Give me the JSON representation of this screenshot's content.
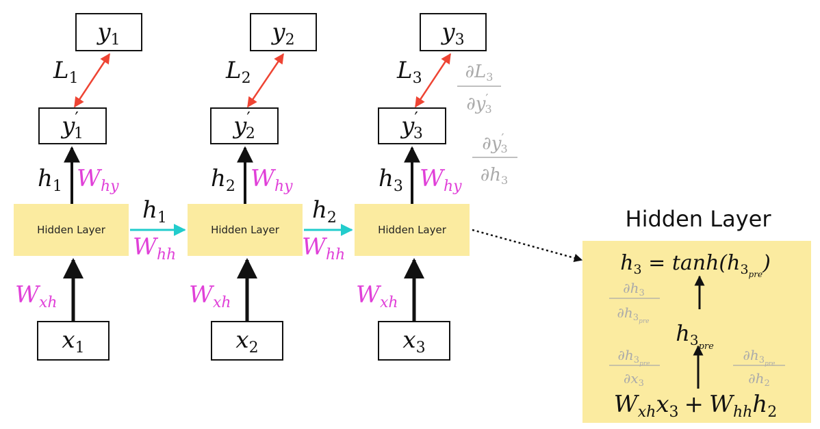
{
  "colors": {
    "hidden_fill": "#FBEBA0",
    "box_stroke": "#111111",
    "loss_arrow": "#EE4433",
    "hh_arrow": "#22CCCC",
    "weight_text": "#E040D8",
    "gradient_text": "#AAAAAA",
    "main_text": "#111111",
    "detail_fill": "#FBEBA0"
  },
  "steps": [
    {
      "y_letter": "y",
      "y_sub": "1",
      "yp_sub": "1",
      "x_letter": "x",
      "x_sub": "1",
      "h_letter": "h",
      "h_sub": "1",
      "L_letter": "L",
      "L_sub": "1",
      "hidden_label": "Hidden Layer",
      "w_hy": "W",
      "w_hy_sub": "hy",
      "w_xh": "W",
      "w_xh_sub": "xh"
    },
    {
      "y_letter": "y",
      "y_sub": "2",
      "yp_sub": "2",
      "x_letter": "x",
      "x_sub": "2",
      "h_letter": "h",
      "h_sub": "2",
      "L_letter": "L",
      "L_sub": "2",
      "hidden_label": "Hidden Layer",
      "w_hy": "W",
      "w_hy_sub": "hy",
      "w_xh": "W",
      "w_xh_sub": "xh"
    },
    {
      "y_letter": "y",
      "y_sub": "3",
      "yp_sub": "3",
      "x_letter": "x",
      "x_sub": "3",
      "h_letter": "h",
      "h_sub": "3",
      "L_letter": "L",
      "L_sub": "3",
      "hidden_label": "Hidden Layer",
      "w_hy": "W",
      "w_hy_sub": "hy",
      "w_xh": "W",
      "w_xh_sub": "xh"
    }
  ],
  "recurrent": [
    {
      "h_letter": "h",
      "h_sub": "1",
      "w": "W",
      "w_sub": "hh"
    },
    {
      "h_letter": "h",
      "h_sub": "2",
      "w": "W",
      "w_sub": "hh"
    }
  ],
  "gradients_top": {
    "dL_num": "∂L",
    "dL_num_sub": "3",
    "dL_den": "∂y",
    "dL_den_sub": "3",
    "dy_num": "∂y",
    "dy_num_sub": "3",
    "dy_den": "∂h",
    "dy_den_sub": "3"
  },
  "detail": {
    "title": "Hidden Layer",
    "eq_lhs": "h",
    "eq_lhs_sub": "3",
    "eq_mid": " = tanh(h",
    "eq_inner_sub": "3",
    "eq_inner_subsub": "pre",
    "eq_end": ")",
    "mid_letter": "h",
    "mid_sub": "3",
    "mid_subsub": "pre",
    "bottom_w1": "W",
    "bottom_w1_sub": "xh",
    "bottom_x": "x",
    "bottom_x_sub": "3",
    "bottom_plus": "+",
    "bottom_w2": "W",
    "bottom_w2_sub": "hh",
    "bottom_h": "h",
    "bottom_h_sub": "2",
    "grad_tanh_num": "∂h",
    "grad_tanh_num_sub": "3",
    "grad_tanh_den": "∂h",
    "grad_tanh_den_sub": "3",
    "grad_tanh_den_subsub": "pre",
    "grad_x_num": "∂h",
    "grad_x_num_sub": "3",
    "grad_x_num_subsub": "pre",
    "grad_x_den": "∂x",
    "grad_x_den_sub": "3",
    "grad_h_num": "∂h",
    "grad_h_num_sub": "3",
    "grad_h_num_subsub": "pre",
    "grad_h_den": "∂h",
    "grad_h_den_sub": "2"
  }
}
